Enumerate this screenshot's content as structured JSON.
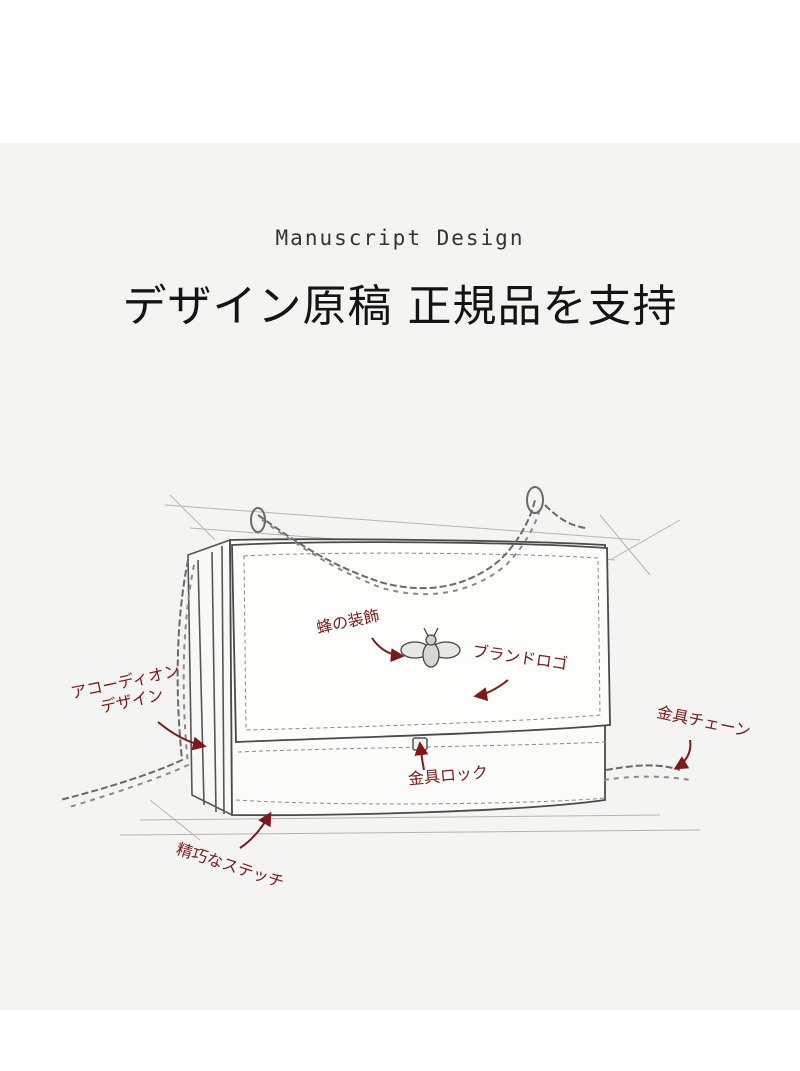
{
  "header": {
    "subtitle": "Manuscript Design",
    "title": "デザイン原稿 正規品を支持"
  },
  "annotations": {
    "bee": "蜂の装飾",
    "brand_logo": "ブランドロゴ",
    "accordion_line1": "アコーディオン",
    "accordion_line2": "デザイン",
    "metal_chain": "金具チェーン",
    "metal_lock": "金具ロック",
    "stitch": "精巧なステッチ"
  },
  "colors": {
    "panel_bg": "#f4f4f2",
    "annotation": "#7a1a1a",
    "sketch_line": "#555555"
  },
  "icons": {
    "bag": "handbag-sketch",
    "bee": "bee-emblem-icon",
    "arrow": "arrow-icon"
  }
}
